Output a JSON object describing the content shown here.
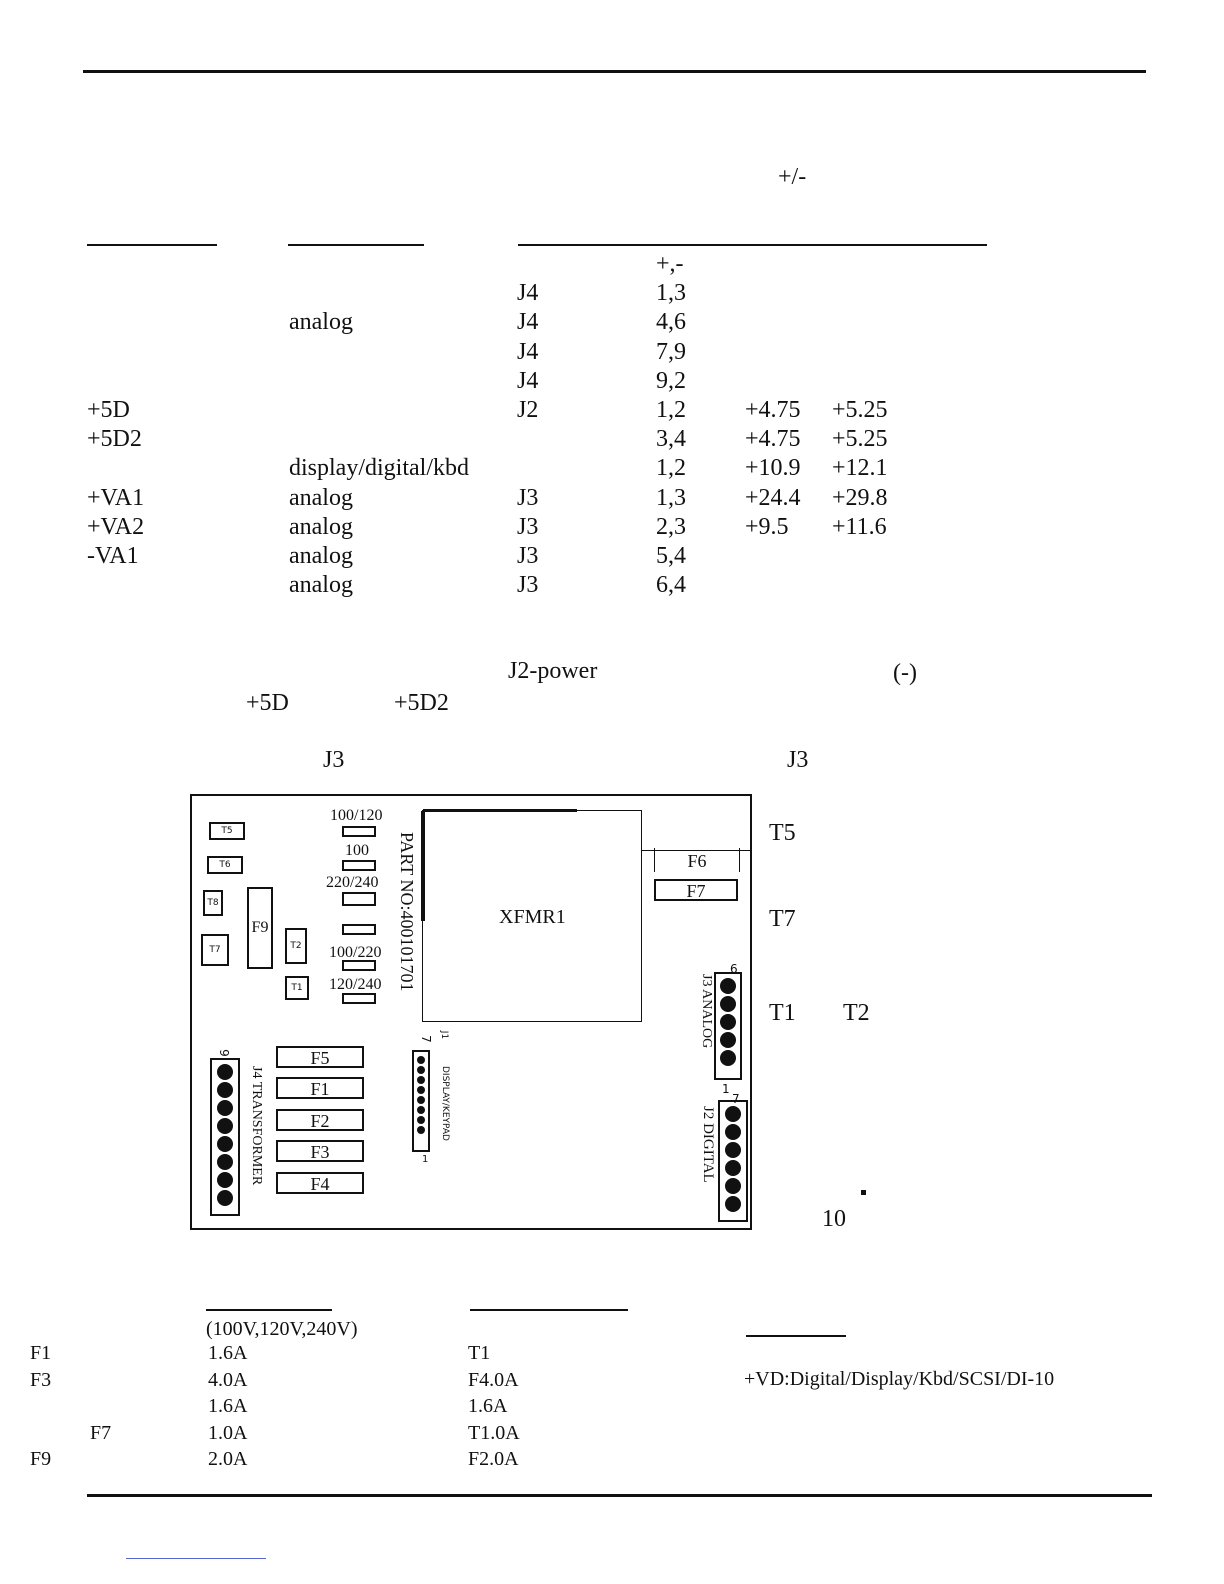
{
  "header": {
    "plusminus": "+/-"
  },
  "voltage_table": {
    "rows": [
      {
        "name": "",
        "desc": "",
        "conn": "",
        "pins": "+,-",
        "min": "",
        "max": ""
      },
      {
        "name": "",
        "desc": "",
        "conn": "J4",
        "pins": "1,3",
        "min": "",
        "max": ""
      },
      {
        "name": "",
        "desc": "analog",
        "conn": "J4",
        "pins": "4,6",
        "min": "",
        "max": ""
      },
      {
        "name": "",
        "desc": "",
        "conn": "J4",
        "pins": "7,9",
        "min": "",
        "max": ""
      },
      {
        "name": "",
        "desc": "",
        "conn": "J4",
        "pins": "9,2",
        "min": "",
        "max": ""
      },
      {
        "name": "+5D",
        "desc": "",
        "conn": "J2",
        "pins": "1,2",
        "min": "+4.75",
        "max": "+5.25"
      },
      {
        "name": "+5D2",
        "desc": "",
        "conn": "",
        "pins": "3,4",
        "min": "+4.75",
        "max": "+5.25"
      },
      {
        "name": "",
        "desc": "display/digital/kbd",
        "conn": "",
        "pins": "1,2",
        "min": "+10.9",
        "max": "+12.1"
      },
      {
        "name": "+VA1",
        "desc": "analog",
        "conn": "J3",
        "pins": "1,3",
        "min": "+24.4",
        "max": "+29.8"
      },
      {
        "name": "+VA2",
        "desc": "analog",
        "conn": "J3",
        "pins": "2,3",
        "min": "+9.5",
        "max": "+11.6"
      },
      {
        "name": "-VA1",
        "desc": "analog",
        "conn": "J3",
        "pins": "5,4",
        "min": "",
        "max": ""
      },
      {
        "name": "",
        "desc": "analog",
        "conn": "J3",
        "pins": "6,4",
        "min": "",
        "max": ""
      }
    ]
  },
  "notes": {
    "j2_power": "J2-power",
    "neg": "(-)",
    "v5d": "+5D",
    "v5d2": "+5D2",
    "j3_left": "J3",
    "j3_right": "J3"
  },
  "board": {
    "t5": "T5",
    "t6": "T6",
    "t8": "T8",
    "t7": "T7",
    "t2": "T2",
    "t1": "T1",
    "f9": "F9",
    "tap1": "100/120",
    "tap2": "100",
    "tap3": "220/240",
    "tap4": "100/220",
    "tap5": "120/240",
    "part_no": "PART NO:400101701",
    "xfmr": "XFMR1",
    "f6": "F6",
    "f7": "F7",
    "j3_label": "J3 ANALOG",
    "j3_top": "6",
    "j3_bottom": "1",
    "j2_label": "J2 DIGITAL",
    "j2_top": "7",
    "j1_label": "DISPLAY/KEYPAD",
    "j1_top": "7",
    "j1_mark": "J1",
    "j1_bottom": "1",
    "j4_label": "J4 TRANSFORMER",
    "j4_top": "9",
    "fuses": [
      "F5",
      "F1",
      "F2",
      "F3",
      "F4"
    ]
  },
  "side_notes": {
    "t5": "T5",
    "t7": "T7",
    "t1": "T1",
    "t2": "T2",
    "ten": "10"
  },
  "fuse_table": {
    "header_col1": "(100V,120V,240V)",
    "rows": [
      {
        "a": "F1",
        "b": "",
        "c": "1.6A",
        "d": "T1"
      },
      {
        "a": "F3",
        "b": "",
        "c": "4.0A",
        "d": "F4.0A"
      },
      {
        "a": "",
        "b": "",
        "c": "1.6A",
        "d": "1.6A"
      },
      {
        "a": "",
        "b": "F7",
        "c": "1.0A",
        "d": "T1.0A"
      },
      {
        "a": "F9",
        "b": "",
        "c": "2.0A",
        "d": "F2.0A"
      }
    ],
    "vd_note": "+VD:Digital/Display/Kbd/SCSI/DI-10"
  }
}
